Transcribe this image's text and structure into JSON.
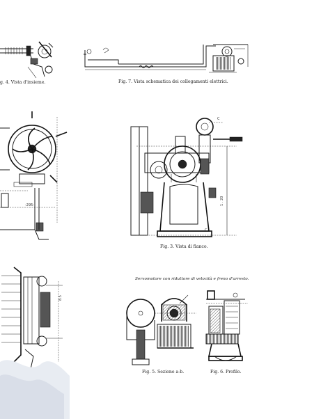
{
  "captions": {
    "fig4": "g. 4. Vista d'insieme.",
    "fig7": "Fig. 7. Vista schematica dei collegamenti elettrici.",
    "fig3": "Fig. 3. Vista di fianco.",
    "servo_title": "Servomotore con riduttore di velocità e freno d'arresto.",
    "fig5": "Fig. 5. Sezione a-b.",
    "fig6": "Fig. 6. Profilo."
  }
}
